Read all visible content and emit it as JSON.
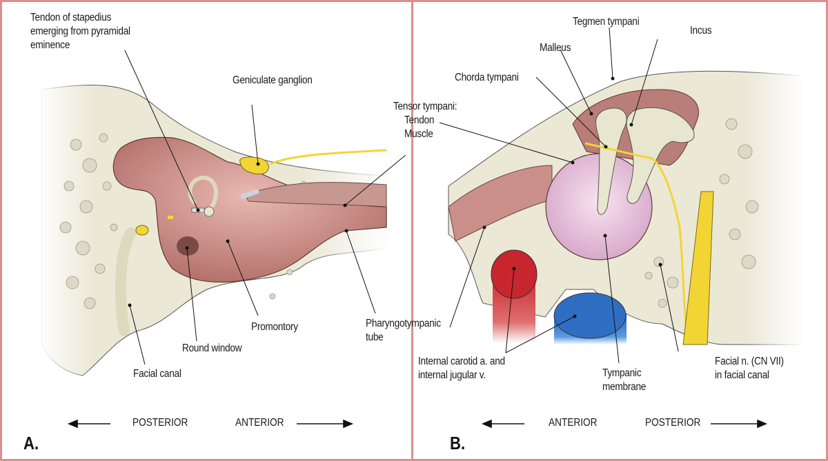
{
  "figure": {
    "border_color": "#d9908a",
    "panels": [
      {
        "id": "A",
        "panel_label": "A.",
        "orientation": {
          "left": "POSTERIOR",
          "right": "ANTERIOR"
        },
        "labels": {
          "stapedius": "Tendon of stapedius\nemerging from pyramidal\neminence",
          "geniculate": "Geniculate ganglion",
          "promontory": "Promontory",
          "round_window": "Round window",
          "facial_canal": "Facial canal",
          "pharyngotympanic": "Pharyngotympanic\ntube"
        }
      },
      {
        "id": "B",
        "panel_label": "B.",
        "orientation": {
          "left": "ANTERIOR",
          "right": "POSTERIOR"
        },
        "labels": {
          "tegmen": "Tegmen tympani",
          "incus": "Incus",
          "malleus": "Malleus",
          "chorda": "Chorda tympani",
          "tensor_title": "Tensor tympani:",
          "tensor_tendon": "Tendon",
          "tensor_muscle": "Muscle",
          "carotid_jugular": "Internal carotid a. and\ninternal jugular v.",
          "tympanic_membrane": "Tympanic\nmembrane",
          "facial_nerve": "Facial n. (CN VII)\nin facial canal"
        }
      }
    ],
    "colors": {
      "bone": "#ebe8d6",
      "mucosa": "#c98f88",
      "nerve": "#f2d534",
      "artery": "#cf2f36",
      "vein": "#2f6fc3",
      "membrane": "#e9c6de",
      "ossicle": "#e8e6cf"
    }
  }
}
